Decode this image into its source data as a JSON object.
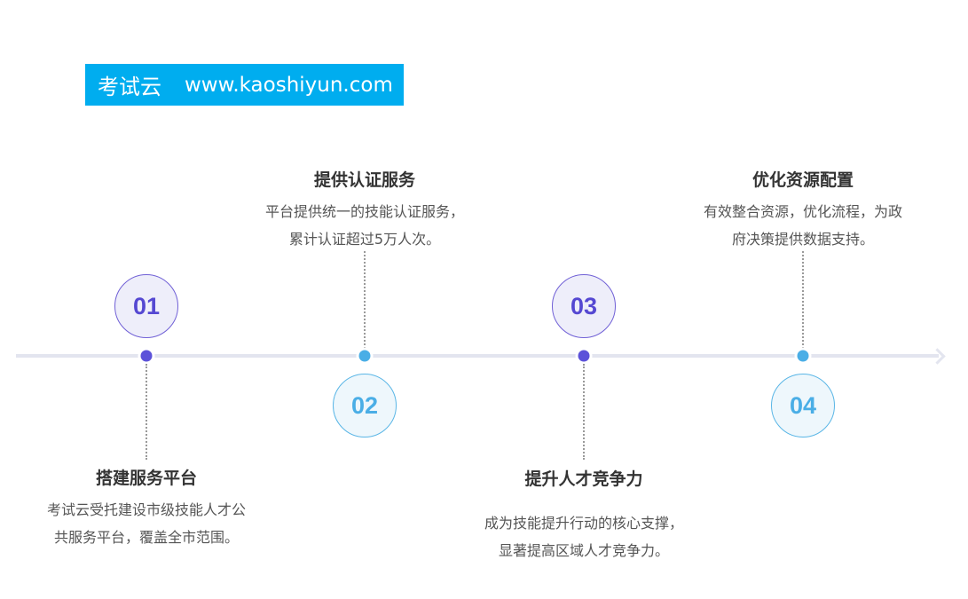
{
  "brand": {
    "name": "考试云",
    "url": "www.kaoshiyun.com"
  },
  "steps": [
    {
      "number": "01",
      "title": "搭建服务平台",
      "description": "考试云受托建设市级技能人才公共服务平台，覆盖全市范围。"
    },
    {
      "number": "02",
      "title": "提供认证服务",
      "description": "平台提供统一的技能认证服务，累计认证超过5万人次。"
    },
    {
      "number": "03",
      "title": "提升人才竞争力",
      "description": "成为技能提升行动的核心支撑，显著提高区域人才竞争力。"
    },
    {
      "number": "04",
      "title": "优化资源配置",
      "description": "有效整合资源，优化流程，为政府决策提供数据支持。"
    }
  ],
  "colors": {
    "brand_background": "#00adef",
    "accent_purple": "#5c52d9",
    "accent_blue": "#4aaee6",
    "timeline": "#e3e5ef"
  }
}
